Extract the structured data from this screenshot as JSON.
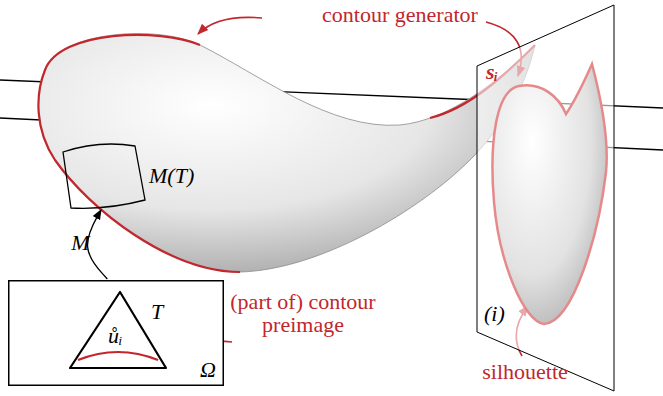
{
  "diagram": {
    "nodes": [
      {
        "text": [
          "T",
          "ůᵢ",
          "Ω"
        ]
      },
      {
        "text": [
          "M(T)"
        ]
      },
      {
        "text": [
          "sᵢ",
          "(i)"
        ]
      }
    ],
    "edges": [
      {
        "from": 0,
        "to": 1,
        "arrow": "to",
        "label": "M"
      }
    ],
    "labels": [
      "contour generator",
      "(part of) contour preimage",
      "silhouette"
    ]
  }
}
